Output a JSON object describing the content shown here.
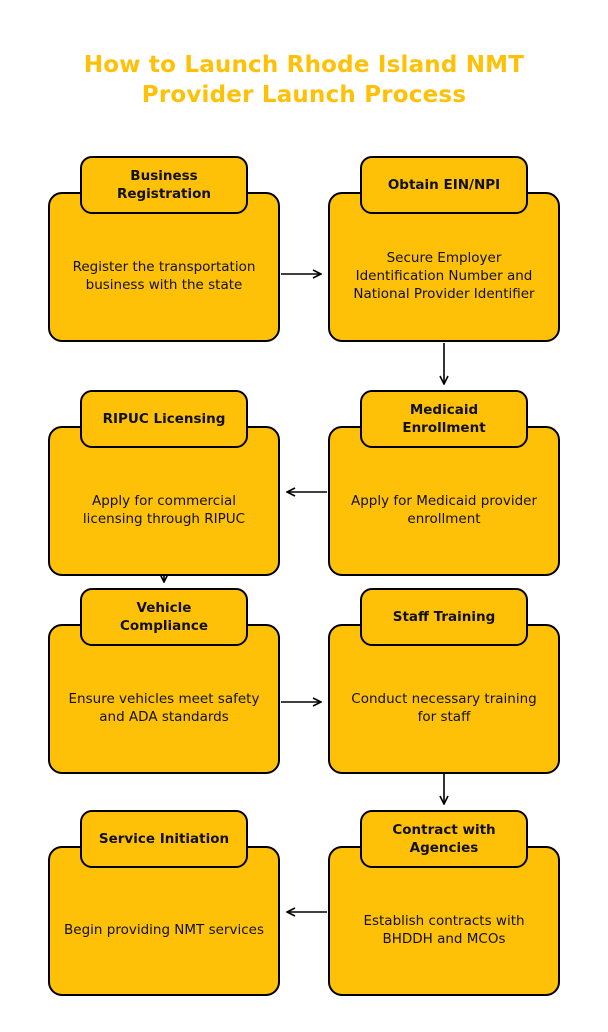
{
  "title": {
    "line1": "How to Launch Rhode Island NMT",
    "line2": "Provider Launch Process"
  },
  "steps": [
    {
      "title": "Business Registration",
      "description": "Register the transportation business with the state"
    },
    {
      "title": "Obtain EIN/NPI",
      "description": "Secure Employer Identification Number and National Provider Identifier"
    },
    {
      "title": "Medicaid Enrollment",
      "description": "Apply for Medicaid provider enrollment"
    },
    {
      "title": "RIPUC Licensing",
      "description": "Apply for commercial licensing through RIPUC"
    },
    {
      "title": "Vehicle Compliance",
      "description": "Ensure vehicles meet safety and ADA standards"
    },
    {
      "title": "Staff Training",
      "description": "Conduct necessary training for staff"
    },
    {
      "title": "Contract with Agencies",
      "description": "Establish contracts with BHDDH and MCOs"
    },
    {
      "title": "Service Initiation",
      "description": "Begin providing NMT services"
    }
  ],
  "colors": {
    "accent": "#FFC107",
    "stroke": "#000000"
  }
}
